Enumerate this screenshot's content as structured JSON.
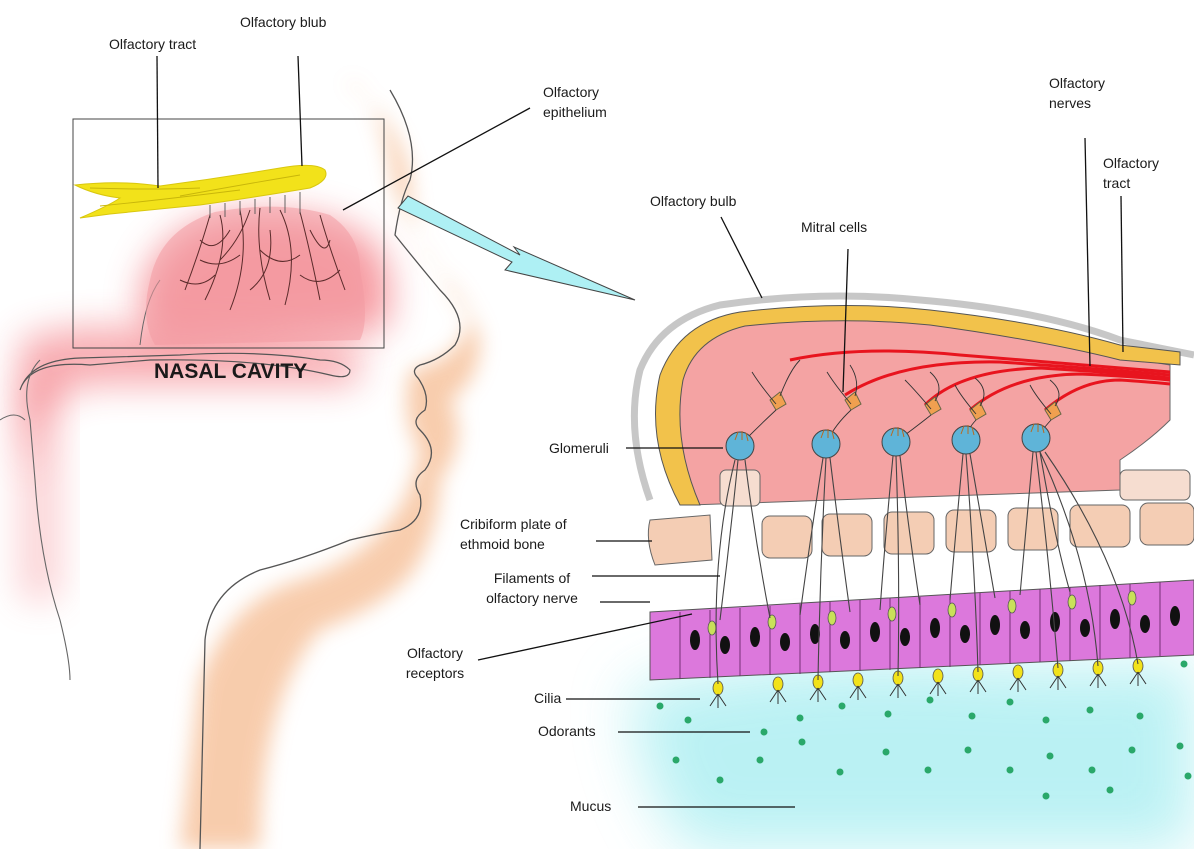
{
  "diagram": {
    "head_region_title": "NASAL CAVITY",
    "labels": {
      "olfactory_tract_left": "Olfactory tract",
      "olfactory_blub": "Olfactory blub",
      "olfactory_epithelium_1": "Olfactory",
      "olfactory_epithelium_2": "epithelium",
      "olfactory_nerves_1": "Olfactory",
      "olfactory_nerves_2": "nerves",
      "olfactory_tract_right_1": "Olfactory",
      "olfactory_tract_right_2": "tract",
      "olfactory_bulb": "Olfactory bulb",
      "mitral_cells": "Mitral cells",
      "glomeruli": "Glomeruli",
      "cribiform_1": "Cribiform plate of",
      "cribiform_2": "ethmoid bone",
      "filaments_1": "Filaments of",
      "filaments_2": "olfactory nerve",
      "receptors_1": "Olfactory",
      "receptors_2": "receptors",
      "cilia": "Cilia",
      "odorants": "Odorants",
      "mucus": "Mucus"
    },
    "colors": {
      "bulb_yellow": "#f2e21a",
      "bulb_outline_orange": "#f0c860",
      "bulb_pink": "#f4a3a3",
      "mitral_red": "#e8141e",
      "glomeruli_blue": "#5fb4d8",
      "epithelium_purple": "#dc78dc",
      "bone_peach": "#f4cdb4",
      "mucus_cyan": "#aeeff2",
      "odorant_green": "#2aa86a",
      "nasal_red": "#ef4a55",
      "face_orange": "#f5b78a",
      "arrow_cyan": "#aef0f4"
    }
  }
}
